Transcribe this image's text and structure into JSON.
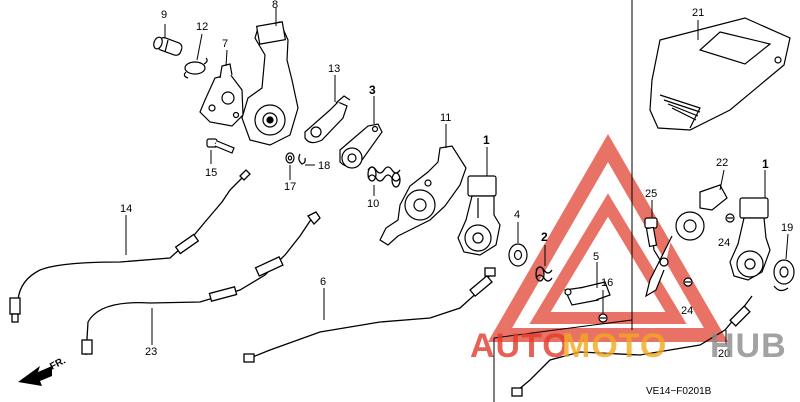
{
  "diagram_code": "VE14−F0201B",
  "direction_label": "FR.",
  "watermark": {
    "auto": "AUTO",
    "moto": "MOTO",
    "hub": "HUB",
    "color_red": "#e23b2b",
    "color_orange": "#f2a81d",
    "color_gray": "#8c8c8c",
    "triangle_color": "#e65a4c"
  },
  "labels": {
    "p9": "9",
    "p12": "12",
    "p7": "7",
    "p8": "8",
    "p13": "13",
    "p3": "3",
    "p11": "11",
    "p1a": "1",
    "p1b": "1",
    "p15": "15",
    "p17": "17",
    "p18": "18",
    "p10": "10",
    "p4": "4",
    "p2": "2",
    "p5": "5",
    "p16": "16",
    "p14": "14",
    "p6": "6",
    "p23": "23",
    "p21": "21",
    "p22": "22",
    "p25": "25",
    "p24a": "24",
    "p24b": "24",
    "p19": "19",
    "p20": "20"
  }
}
